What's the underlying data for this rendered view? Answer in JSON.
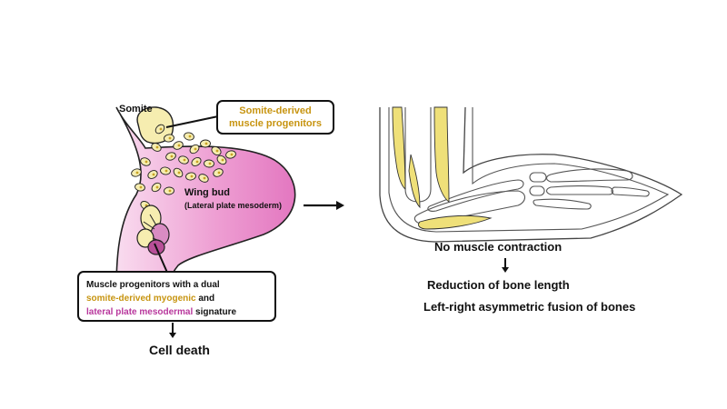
{
  "left_panel": {
    "somite_label": "Somite",
    "callout_top": {
      "line1": "Somite-derived",
      "line2": "muscle progenitors"
    },
    "wing_bud_label": "Wing bud",
    "wing_bud_sublabel": "(Lateral plate mesoderm)",
    "callout_bottom": {
      "line1": "Muscle progenitors with a dual",
      "line2_orange": "somite-derived myogenic",
      "line2_rest": " and",
      "line3_magenta": "lateral plate mesodermal",
      "line3_rest": " signature"
    },
    "outcome": "Cell death"
  },
  "right_panel": {
    "outcome_1": "No muscle contraction",
    "outcome_2": "Reduction of bone length",
    "outcome_3": "Left-right asymmetric fusion of bones"
  },
  "colors": {
    "bud_pink": "#e58bc8",
    "bud_light": "#f9dcef",
    "somite_yellow": "#f6edb0",
    "muscle_yellow": "#efe079",
    "label_orange": "#c79410",
    "label_magenta": "#b8379c"
  }
}
